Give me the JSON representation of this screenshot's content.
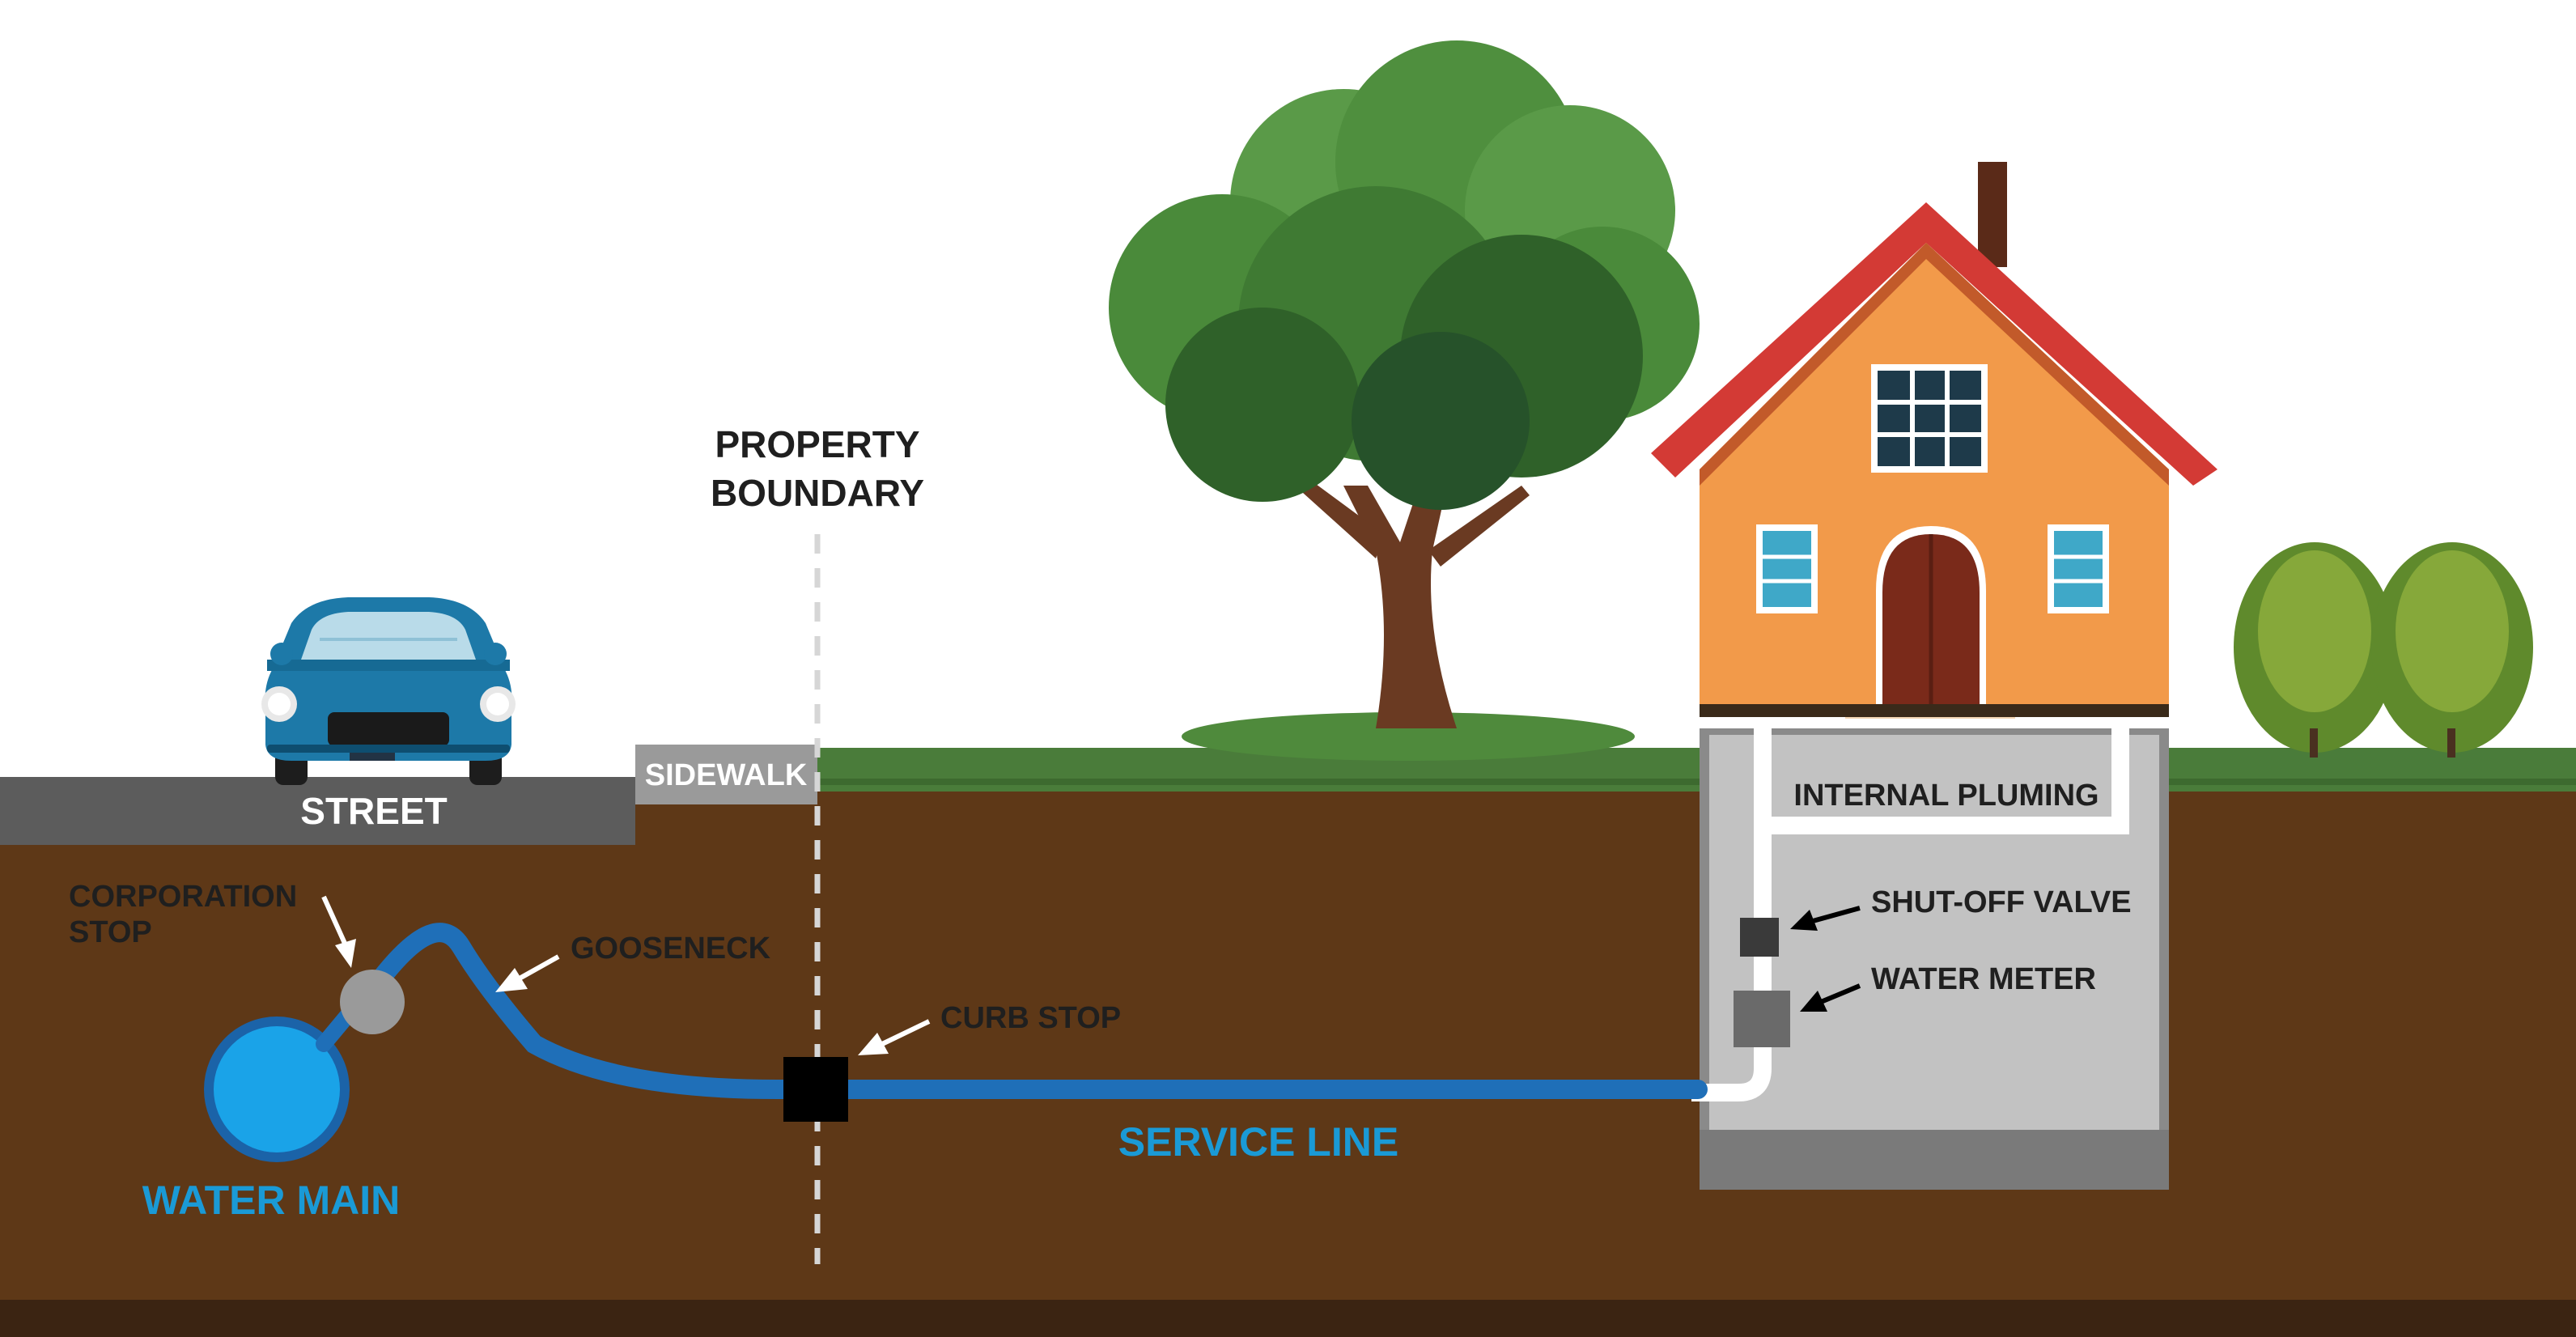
{
  "labels": {
    "property_boundary_line1": "PROPERTY",
    "property_boundary_line2": "BOUNDARY",
    "street": "STREET",
    "sidewalk": "SIDEWALK",
    "corporation_stop_line1": "CORPORATION",
    "corporation_stop_line2": "STOP",
    "gooseneck": "GOOSENECK",
    "curb_stop": "CURB STOP",
    "water_main": "WATER MAIN",
    "service_line": "SERVICE LINE",
    "internal_plumbing": "INTERNAL PLUMING",
    "shut_off_valve": "SHUT-OFF VALVE",
    "water_meter": "WATER METER"
  },
  "colors": {
    "soil": "#5e3817",
    "soil_bottom": "#3b2412",
    "grass": "#4a7c3a",
    "street": "#5c5c5c",
    "sidewalk": "#9a9a9a",
    "water_pipe": "#1f6fb8",
    "water_main": "#1aa3e8",
    "basement": "#c2c2c2",
    "house_wall": "#f29a4a",
    "roof": "#d33a35",
    "label_blue": "#1a9ad6",
    "label_dark": "#1f1f1f"
  }
}
